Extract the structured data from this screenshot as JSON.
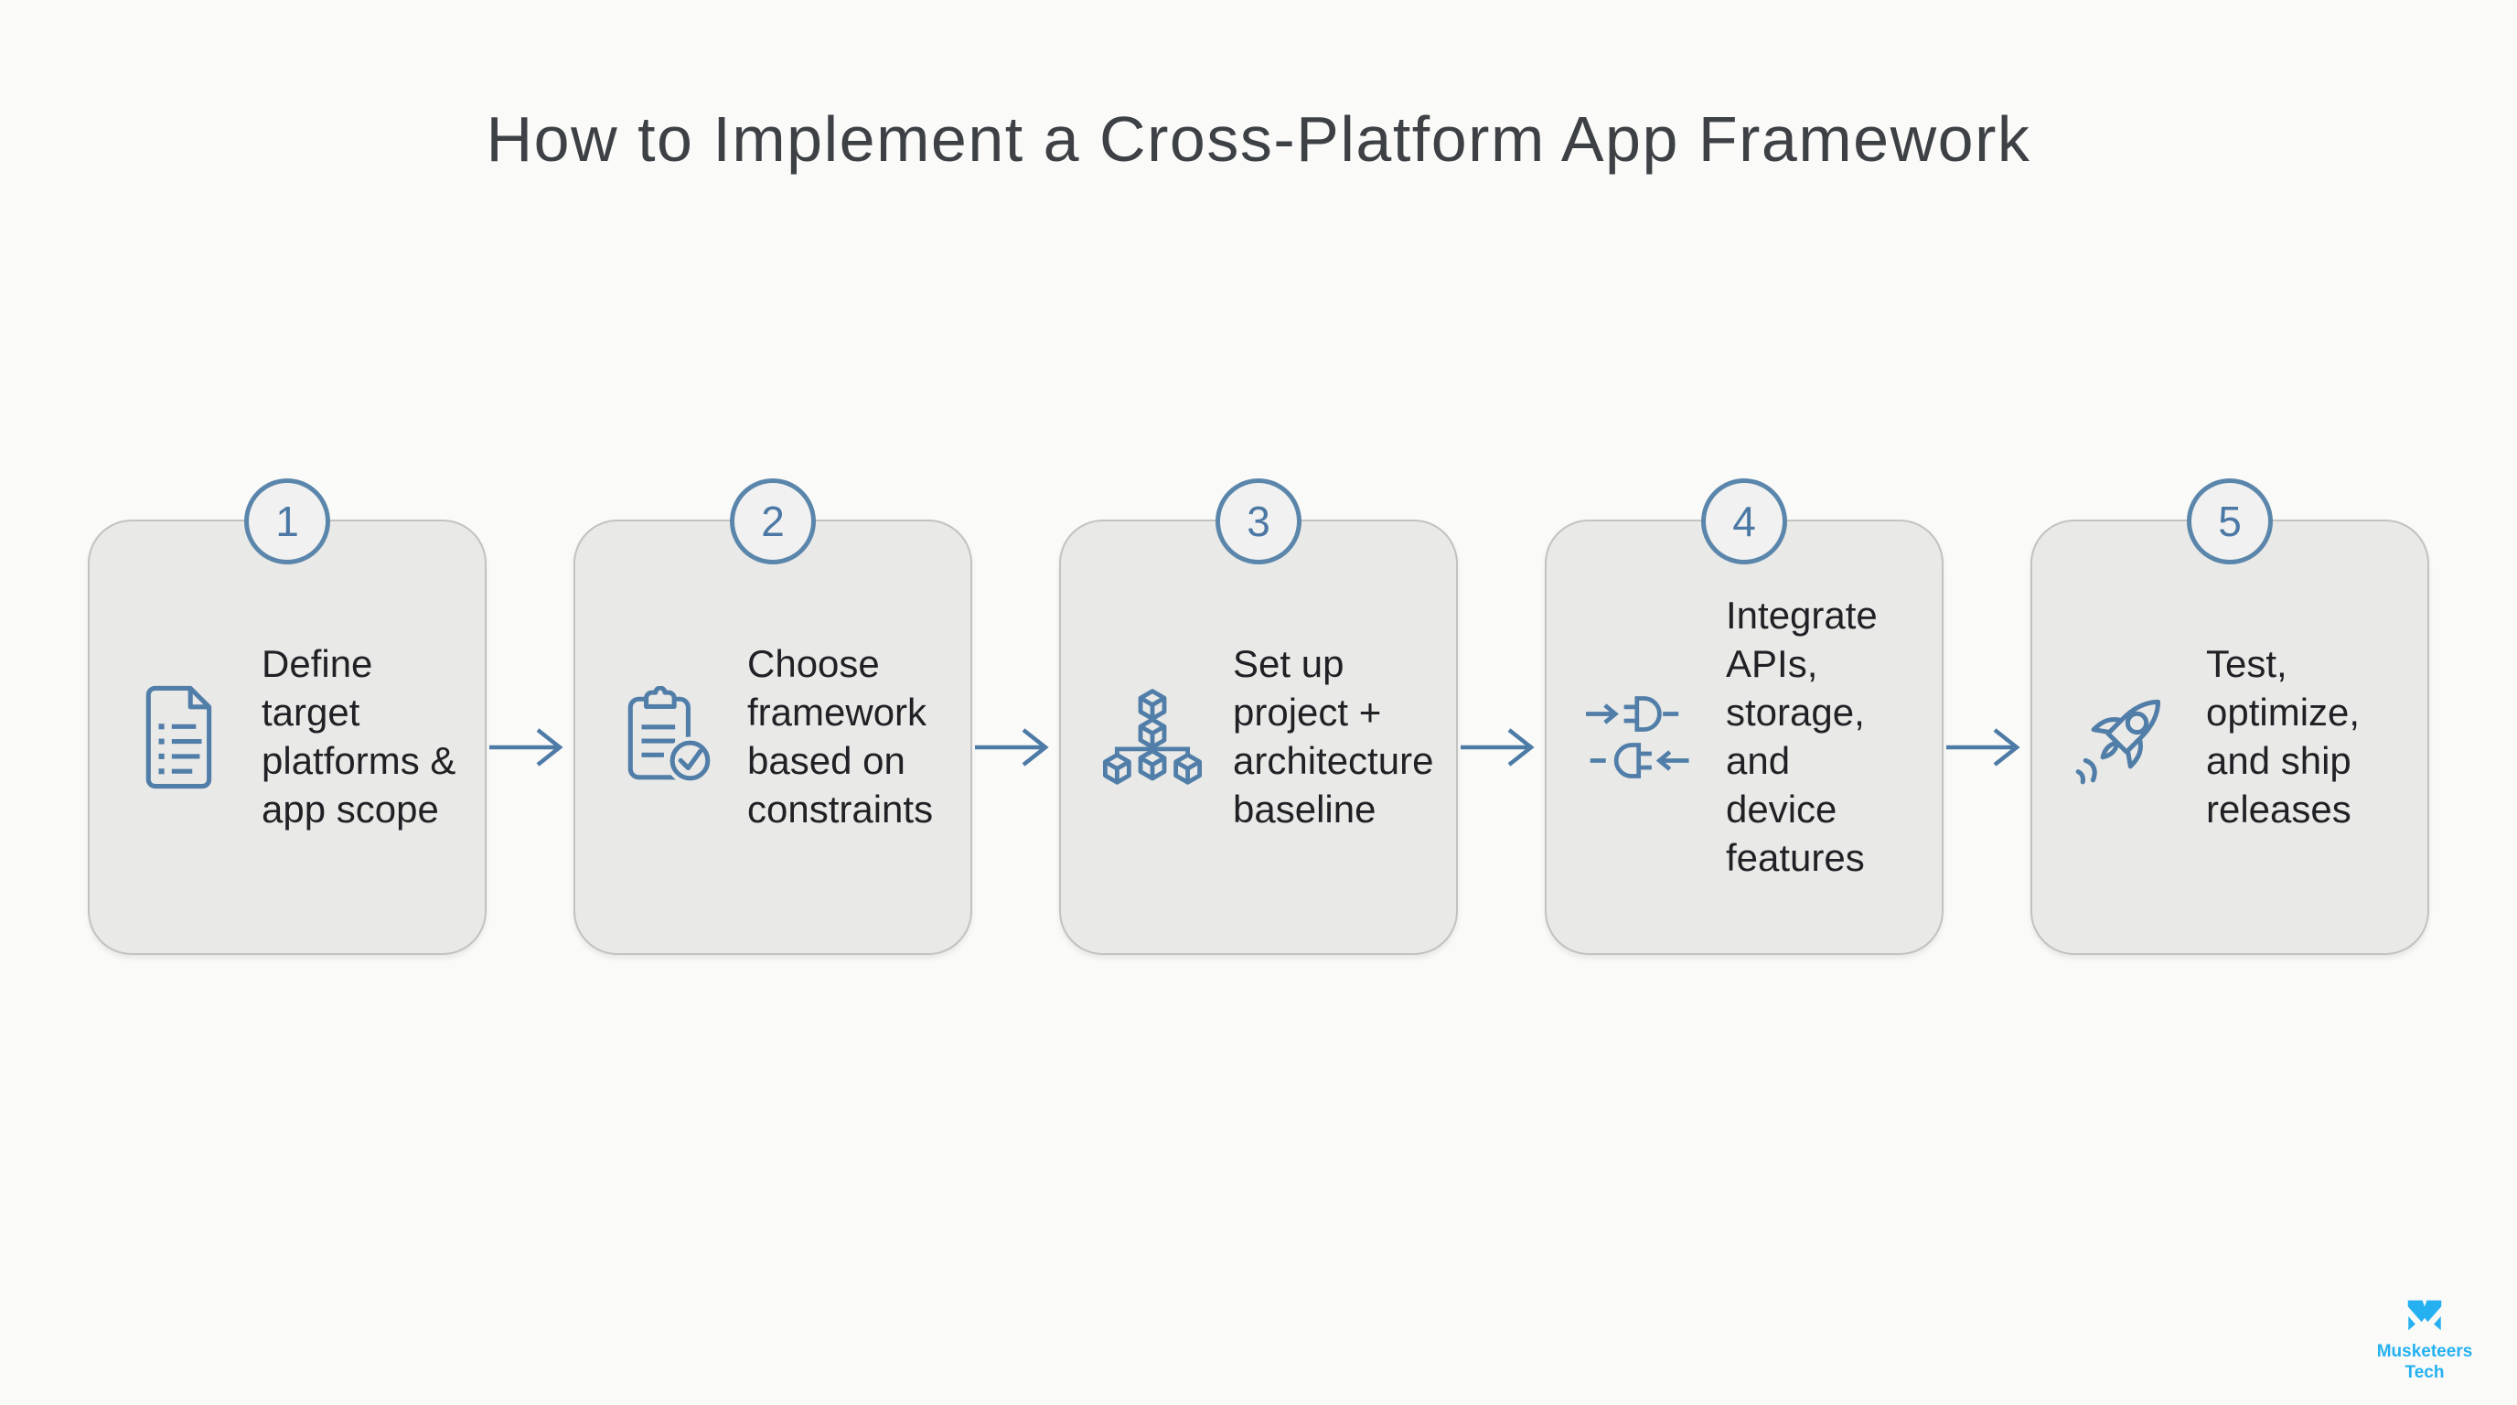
{
  "title": "How to Implement a Cross-Platform App Framework",
  "steps": [
    {
      "number": "1",
      "icon": "document-list-icon",
      "label": "Define target platforms & app scope",
      "label_lines": [
        "Define",
        "target",
        "platforms &",
        "app scope"
      ]
    },
    {
      "number": "2",
      "icon": "clipboard-check-icon",
      "label": "Choose framework based on constraints",
      "label_lines": [
        "Choose",
        "framework",
        "based on",
        "constraints"
      ]
    },
    {
      "number": "3",
      "icon": "architecture-tree-icon",
      "label": "Set up project + architecture baseline",
      "label_lines": [
        "Set up",
        "project +",
        "architecture",
        "baseline"
      ]
    },
    {
      "number": "4",
      "icon": "plug-integration-icon",
      "label": "Integrate APIs, storage, and device features",
      "label_lines": [
        "Integrate",
        "APIs,",
        "storage, and",
        "device",
        "features"
      ]
    },
    {
      "number": "5",
      "icon": "rocket-icon",
      "label": "Test, optimize, and ship releases",
      "label_lines": [
        "Test,",
        "optimize,",
        "and ship",
        "releases"
      ]
    }
  ],
  "logo": {
    "name": "Musketeers Tech",
    "name_lines": [
      "Musketeers",
      "Tech"
    ]
  },
  "colors": {
    "background": "#fafaf8",
    "card_background": "#e9e9e7",
    "card_border": "#c2c2c0",
    "accent_steel_blue": "#517ea8",
    "number_blue": "#4b78a4",
    "title_text": "#3d4145",
    "step_text": "#1f2125",
    "logo_cyan": "#25b1f1"
  }
}
